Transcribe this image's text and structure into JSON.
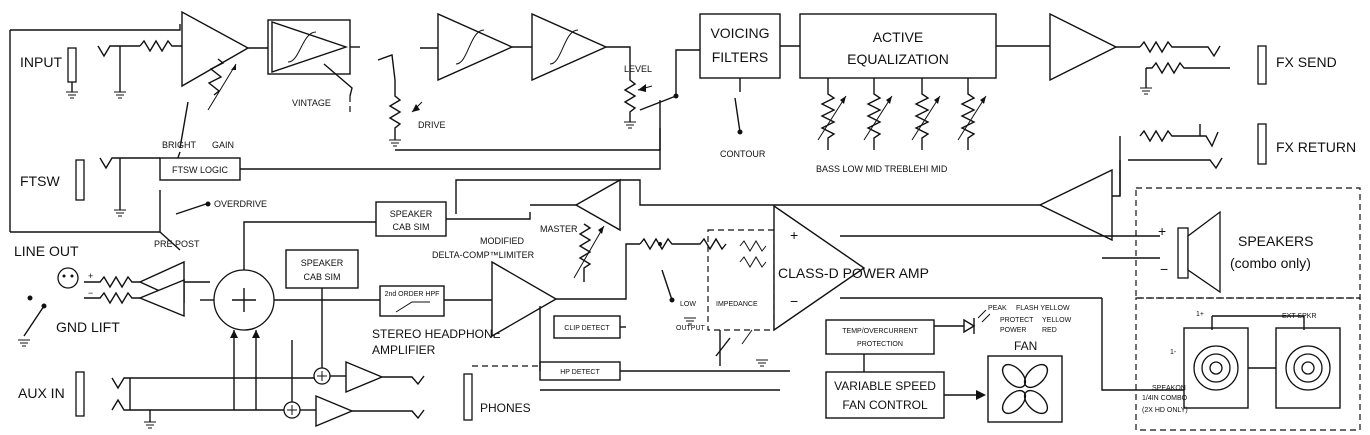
{
  "labels": {
    "input": "INPUT",
    "bright": "BRIGHT",
    "gain": "GAIN",
    "vintage": "VINTAGE",
    "drive": "DRIVE",
    "level": "LEVEL",
    "voicing_1": "VOICING",
    "voicing_2": "FILTERS",
    "contour": "CONTOUR",
    "active_1": "ACTIVE",
    "active_2": "EQUALIZATION",
    "eq_bands": "BASS LOW MID TREBLEHI MID",
    "fx_send": "FX SEND",
    "fx_return": "FX RETURN",
    "ftsw": "FTSW",
    "ftsw_logic": "FTSW LOGIC",
    "overdrive": "OVERDRIVE",
    "pre_post": "PRE POST",
    "line_out": "LINE OUT",
    "gnd_lift": "GND LIFT",
    "speaker_cab_1_a": "SPEAKER",
    "speaker_cab_1_b": "CAB SIM",
    "speaker_cab_2_a": "SPEAKER",
    "speaker_cab_2_b": "CAB SIM",
    "master": "MASTER",
    "modified_1": "MODIFIED",
    "modified_2": "DELTA-COMP™LIMITER",
    "plus": "+",
    "minus": "−",
    "class_d": "CLASS-D POWER AMP",
    "speakers_1": "SPEAKERS",
    "speakers_2": "(combo only)",
    "hpf": "2nd ORDER HPF",
    "headphone_1": "STEREO HEADPHONE",
    "headphone_2": "AMPLIFIER",
    "clip_detect": "CLIP DETECT",
    "hp_detect": "HP DETECT",
    "output": "OUTPUT",
    "impedance": "IMPEDANCE",
    "peak": "PEAK",
    "protect": "PROTECT",
    "power": "POWER",
    "flash_yellow": "FLASH YELLOW",
    "yellow": "YELLOW",
    "red": "RED",
    "temp_1": "TEMP/OVERCURRENT",
    "temp_2": "PROTECTION",
    "fan": "FAN",
    "fan_control_1": "VARIABLE SPEED",
    "fan_control_2": "FAN CONTROL",
    "aux_in": "AUX IN",
    "phones": "PHONES",
    "speakon_1": "SPEAKON",
    "speakon_2": "1/4IN COMBO",
    "speakon_3": "(2X HD ONLY)",
    "ext_spkr": "EXT SPKR",
    "pin_1p": "1+",
    "pin_1m": "1-"
  }
}
